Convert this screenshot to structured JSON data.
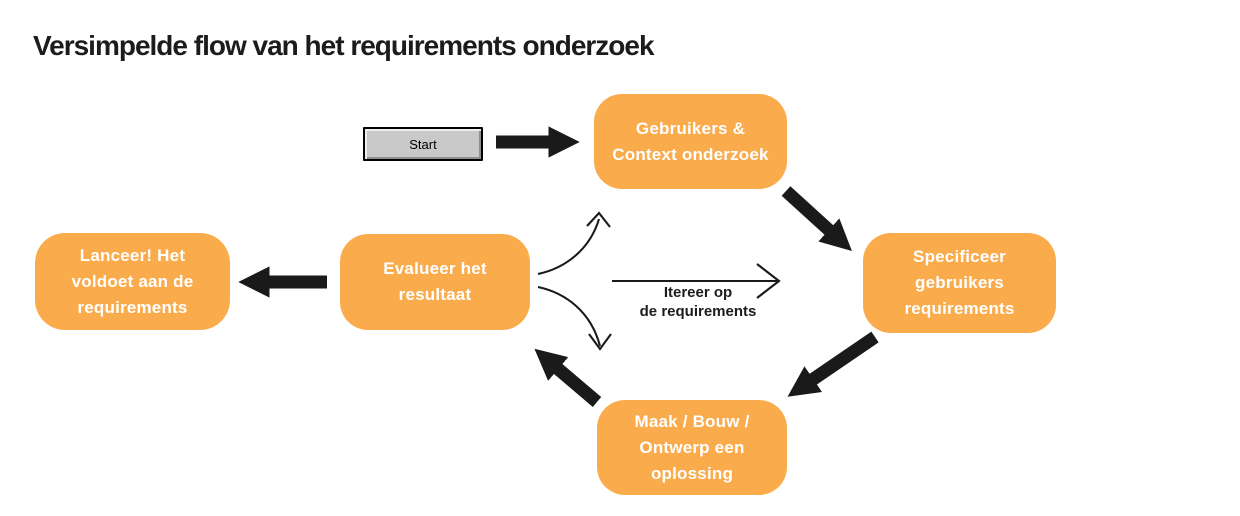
{
  "title": "Versimpelde flow van het requirements onderzoek",
  "start_button": {
    "label": "Start"
  },
  "nodes": [
    {
      "id": "gebruikers-context",
      "label": "Gebruikers &\nContext onderzoek"
    },
    {
      "id": "specificeer-requirements",
      "label": "Specificeer\ngebruikers\nrequirements"
    },
    {
      "id": "maak-bouw-ontwerp",
      "label": "Maak / Bouw /\nOntwerp een\noplossing"
    },
    {
      "id": "evalueer-resultaat",
      "label": "Evalueer het\nresultaat"
    },
    {
      "id": "lanceer-voldoet",
      "label": "Lanceer! Het\nvoldoet aan de\nrequirements"
    }
  ],
  "iterate_label": "Itereer op\nde requirements",
  "colors": {
    "node_fill": "#FAAC4D",
    "node_text": "#FFFFFF",
    "arrow": "#1A1A1A",
    "start_button_face": "#C9C9C9"
  }
}
